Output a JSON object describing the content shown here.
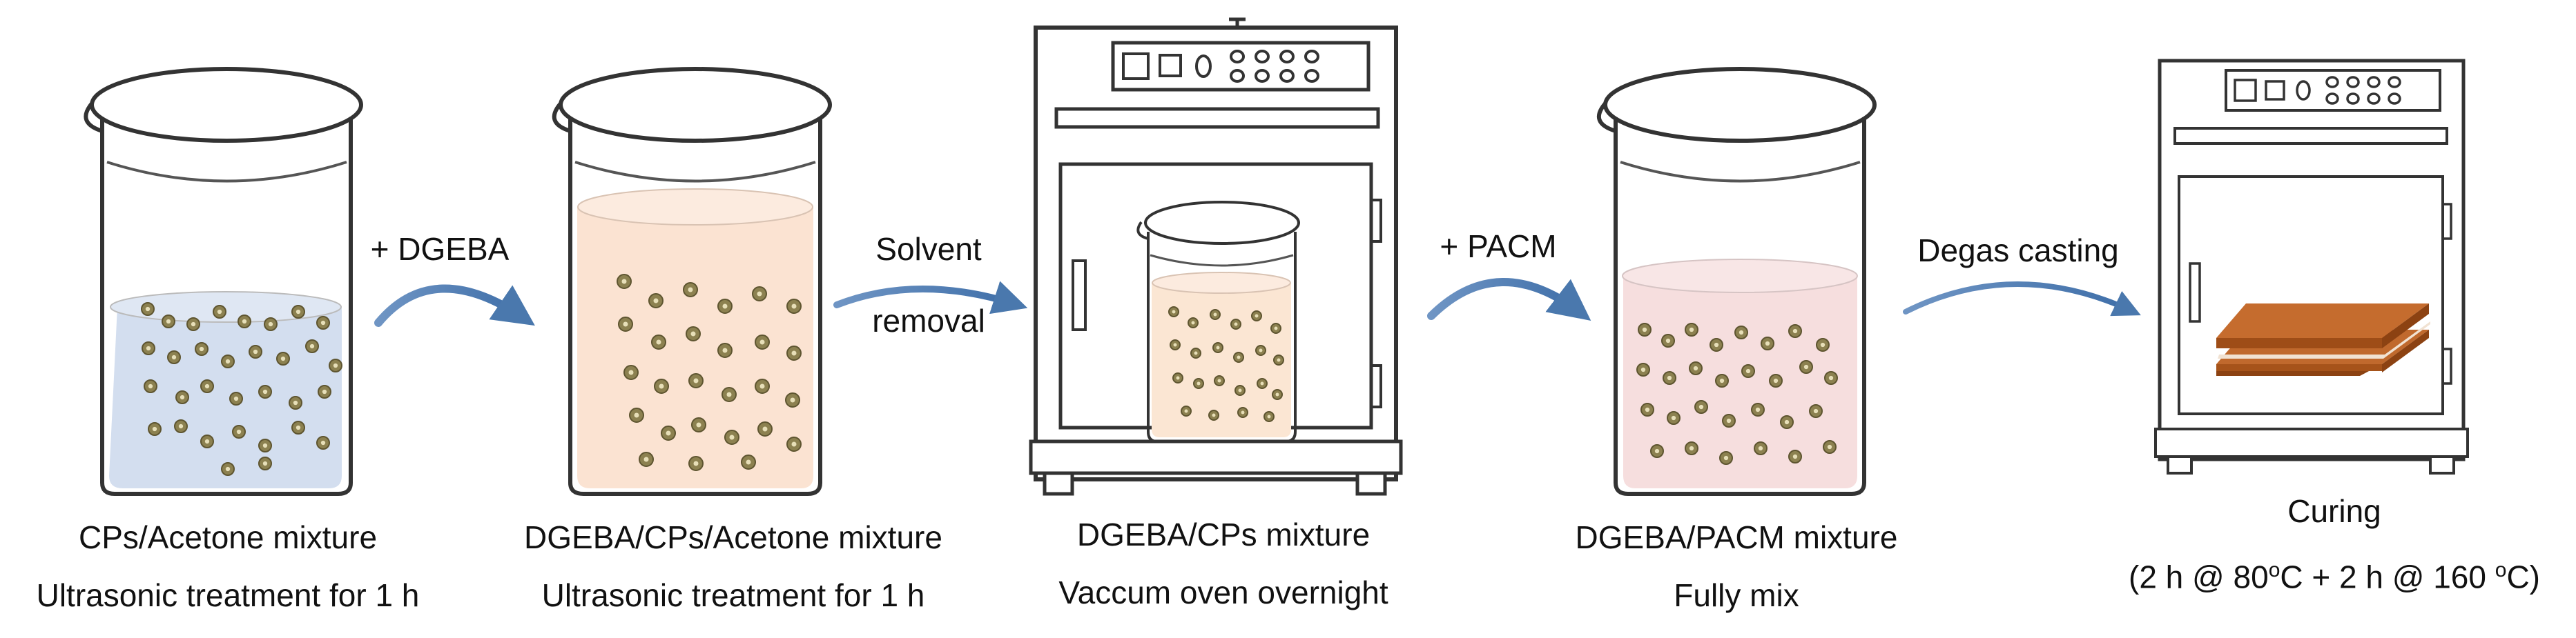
{
  "steps": [
    {
      "title": "CPs/Acetone mixture",
      "subtitle": "Ultrasonic treatment for 1 h"
    },
    {
      "title": "DGEBA/CPs/Acetone mixture",
      "subtitle": "Ultrasonic treatment for 1 h"
    },
    {
      "title": "DGEBA/CPs mixture",
      "subtitle": "Vaccum oven overnight"
    },
    {
      "title": "DGEBA/PACM mixture",
      "subtitle": "Fully mix"
    },
    {
      "title": "Curing",
      "subtitle_part1": "(2 h @ 80",
      "subtitle_sup1": "o",
      "subtitle_part2": "C + 2 h @ 160 ",
      "subtitle_sup2": "o",
      "subtitle_part3": "C)"
    }
  ],
  "arrows": [
    {
      "label": "+ DGEBA"
    },
    {
      "label_line1": "Solvent",
      "label_line2": "removal"
    },
    {
      "label": "+ PACM"
    },
    {
      "label": "Degas casting"
    }
  ],
  "colors": {
    "acetone": "#d3deef",
    "dgeba_acetone": "#fbe3d2",
    "dgeba_cps": "#fbe6d3",
    "pacm": "#f6dede",
    "particle": "#8c8150",
    "arrow": "#4a78ad",
    "plate": "#b2581c"
  }
}
